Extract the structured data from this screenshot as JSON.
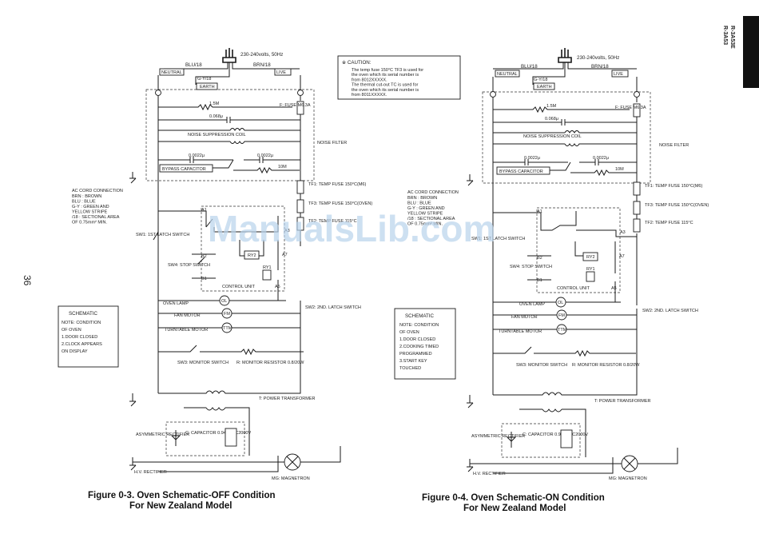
{
  "header": {
    "model_a": "R-3A53",
    "model_b": "R-3A53E",
    "page_number": "36"
  },
  "left": {
    "power": "230-240volts, 50Hz",
    "blu": "BLU/18",
    "brn": "BRN/18",
    "neutral": "NEUTRAL",
    "live": "LIVE",
    "gy": "G-Y/18",
    "earth": "EARTH",
    "res": "1.5M",
    "cap1": "0.068μ",
    "fuse": "F: FUSE M6.3A",
    "noise_coil": "NOISE SUPPRESSION COIL",
    "noise_filter": "NOISE FILTER",
    "bypass_cap": "BYPASS CAPACITOR",
    "c2": "0.0022μ",
    "c3": "0.0022μ",
    "r10m": "10M",
    "tf1": "TF1: TEMP FUSE 150°C(M6)",
    "tf3": "TF3: TEMP FUSE 150°C(OVEN)",
    "tf2": "TF2: TEMP FUSE 115°C",
    "a1": "A1",
    "a3": "A3",
    "a5": "A5",
    "a7": "A7",
    "b1": "B1",
    "b2": "B2",
    "sw1": "SW1: 1ST LATCH SWITCH",
    "sw4": "SW4: STOP SWITCH",
    "ry2": "RY2",
    "ry1": "RY1",
    "control_unit": "CONTROL UNIT",
    "oven_lamp": "OVEN LAMP",
    "ol": "OL",
    "fan_motor": "FAN MOTOR",
    "fm": "FM",
    "turntable_motor": "TURNTABLE MOTOR",
    "tm": "TTM",
    "sw2": "SW2: 2ND. LATCH SWITCH",
    "sw3": "SW3: MONITOR SWITCH",
    "monitor_res": "R: MONITOR RESISTOR 0.8/20W",
    "transformer": "T: POWER TRANSFORMER",
    "asym": "ASYMMETRIC RECTIFIER",
    "cap_hv": "C: CAPACITOR 0.94μF AC2000V",
    "hv_rect": "H.V. RECTIFIER",
    "magnetron": "MG: MAGNETRON",
    "legend_title": "AC CORD CONNECTION",
    "legend": [
      "BRN : BROWN",
      "BLU : BLUE",
      "G-Y : GREEN AND",
      "YELLOW STRIPE",
      "/18 : SECTIONAL AREA",
      "OF 0.75mm² MIN."
    ],
    "schematic_title": "SCHEMATIC",
    "schematic_lines": [
      "NOTE: CONDITION",
      "OF OVEN",
      "1.DOOR CLOSED",
      "2.CLOCK APPEARS",
      "ON DISPLAY"
    ],
    "caption_1": "Figure 0-3. Oven Schematic-OFF Condition",
    "caption_2": "For New Zealand Model"
  },
  "right": {
    "caution_title": "※ CAUTION:",
    "caution_lines": [
      "The temp fuse 150°C TF3 is used for",
      "the oven which its serial number is",
      "from 8012XXXXX.",
      "The thermal cut-out TC is used for",
      "the oven which its serial number is",
      "from 8011XXXXX."
    ],
    "schematic_title": "SCHEMATIC",
    "schematic_lines": [
      "NOTE: CONDITION",
      "OF OVEN",
      "1.DOOR CLOSED",
      "2.COOKING TIMED",
      "PROGRAMMED",
      "3.START KEY",
      "TOUCHED"
    ],
    "caption_1": "Figure 0-4. Oven Schematic-ON Condition",
    "caption_2": "For New Zealand Model"
  },
  "watermark": "ManualsLib.com"
}
